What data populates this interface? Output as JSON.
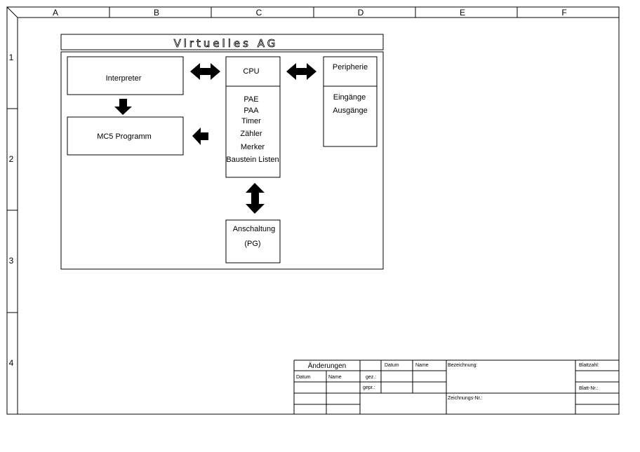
{
  "frame": {
    "columns": [
      "A",
      "B",
      "C",
      "D",
      "E",
      "F"
    ],
    "rows": [
      "1",
      "2",
      "3",
      "4"
    ]
  },
  "diagram": {
    "title": "Virtuelles AG",
    "interpreter": "Interpreter",
    "mc5": "MC5 Programm",
    "cpu": "CPU",
    "cpu_items": [
      "PAE",
      "PAA",
      "Timer",
      "Zähler",
      "Merker",
      "Baustein Listen"
    ],
    "peripherie": "Peripherie",
    "peripherie_items": [
      "Eingänge",
      "Ausgänge"
    ],
    "anschaltung": "Anschaltung",
    "anschaltung_sub": "(PG)"
  },
  "title_block": {
    "aenderungen": "Änderungen",
    "datum": "Datum",
    "name": "Name",
    "datum2": "Datum",
    "name2": "Name",
    "gez": "gez.:",
    "gepr": "gepr.:",
    "bezeichnung": "Bezeichnung:",
    "blattzahl": "Blattzahl:",
    "blatt_nr": "Blatt-Nr.:",
    "zeichnungs_nr": "Zeichnungs-Nr.:"
  }
}
